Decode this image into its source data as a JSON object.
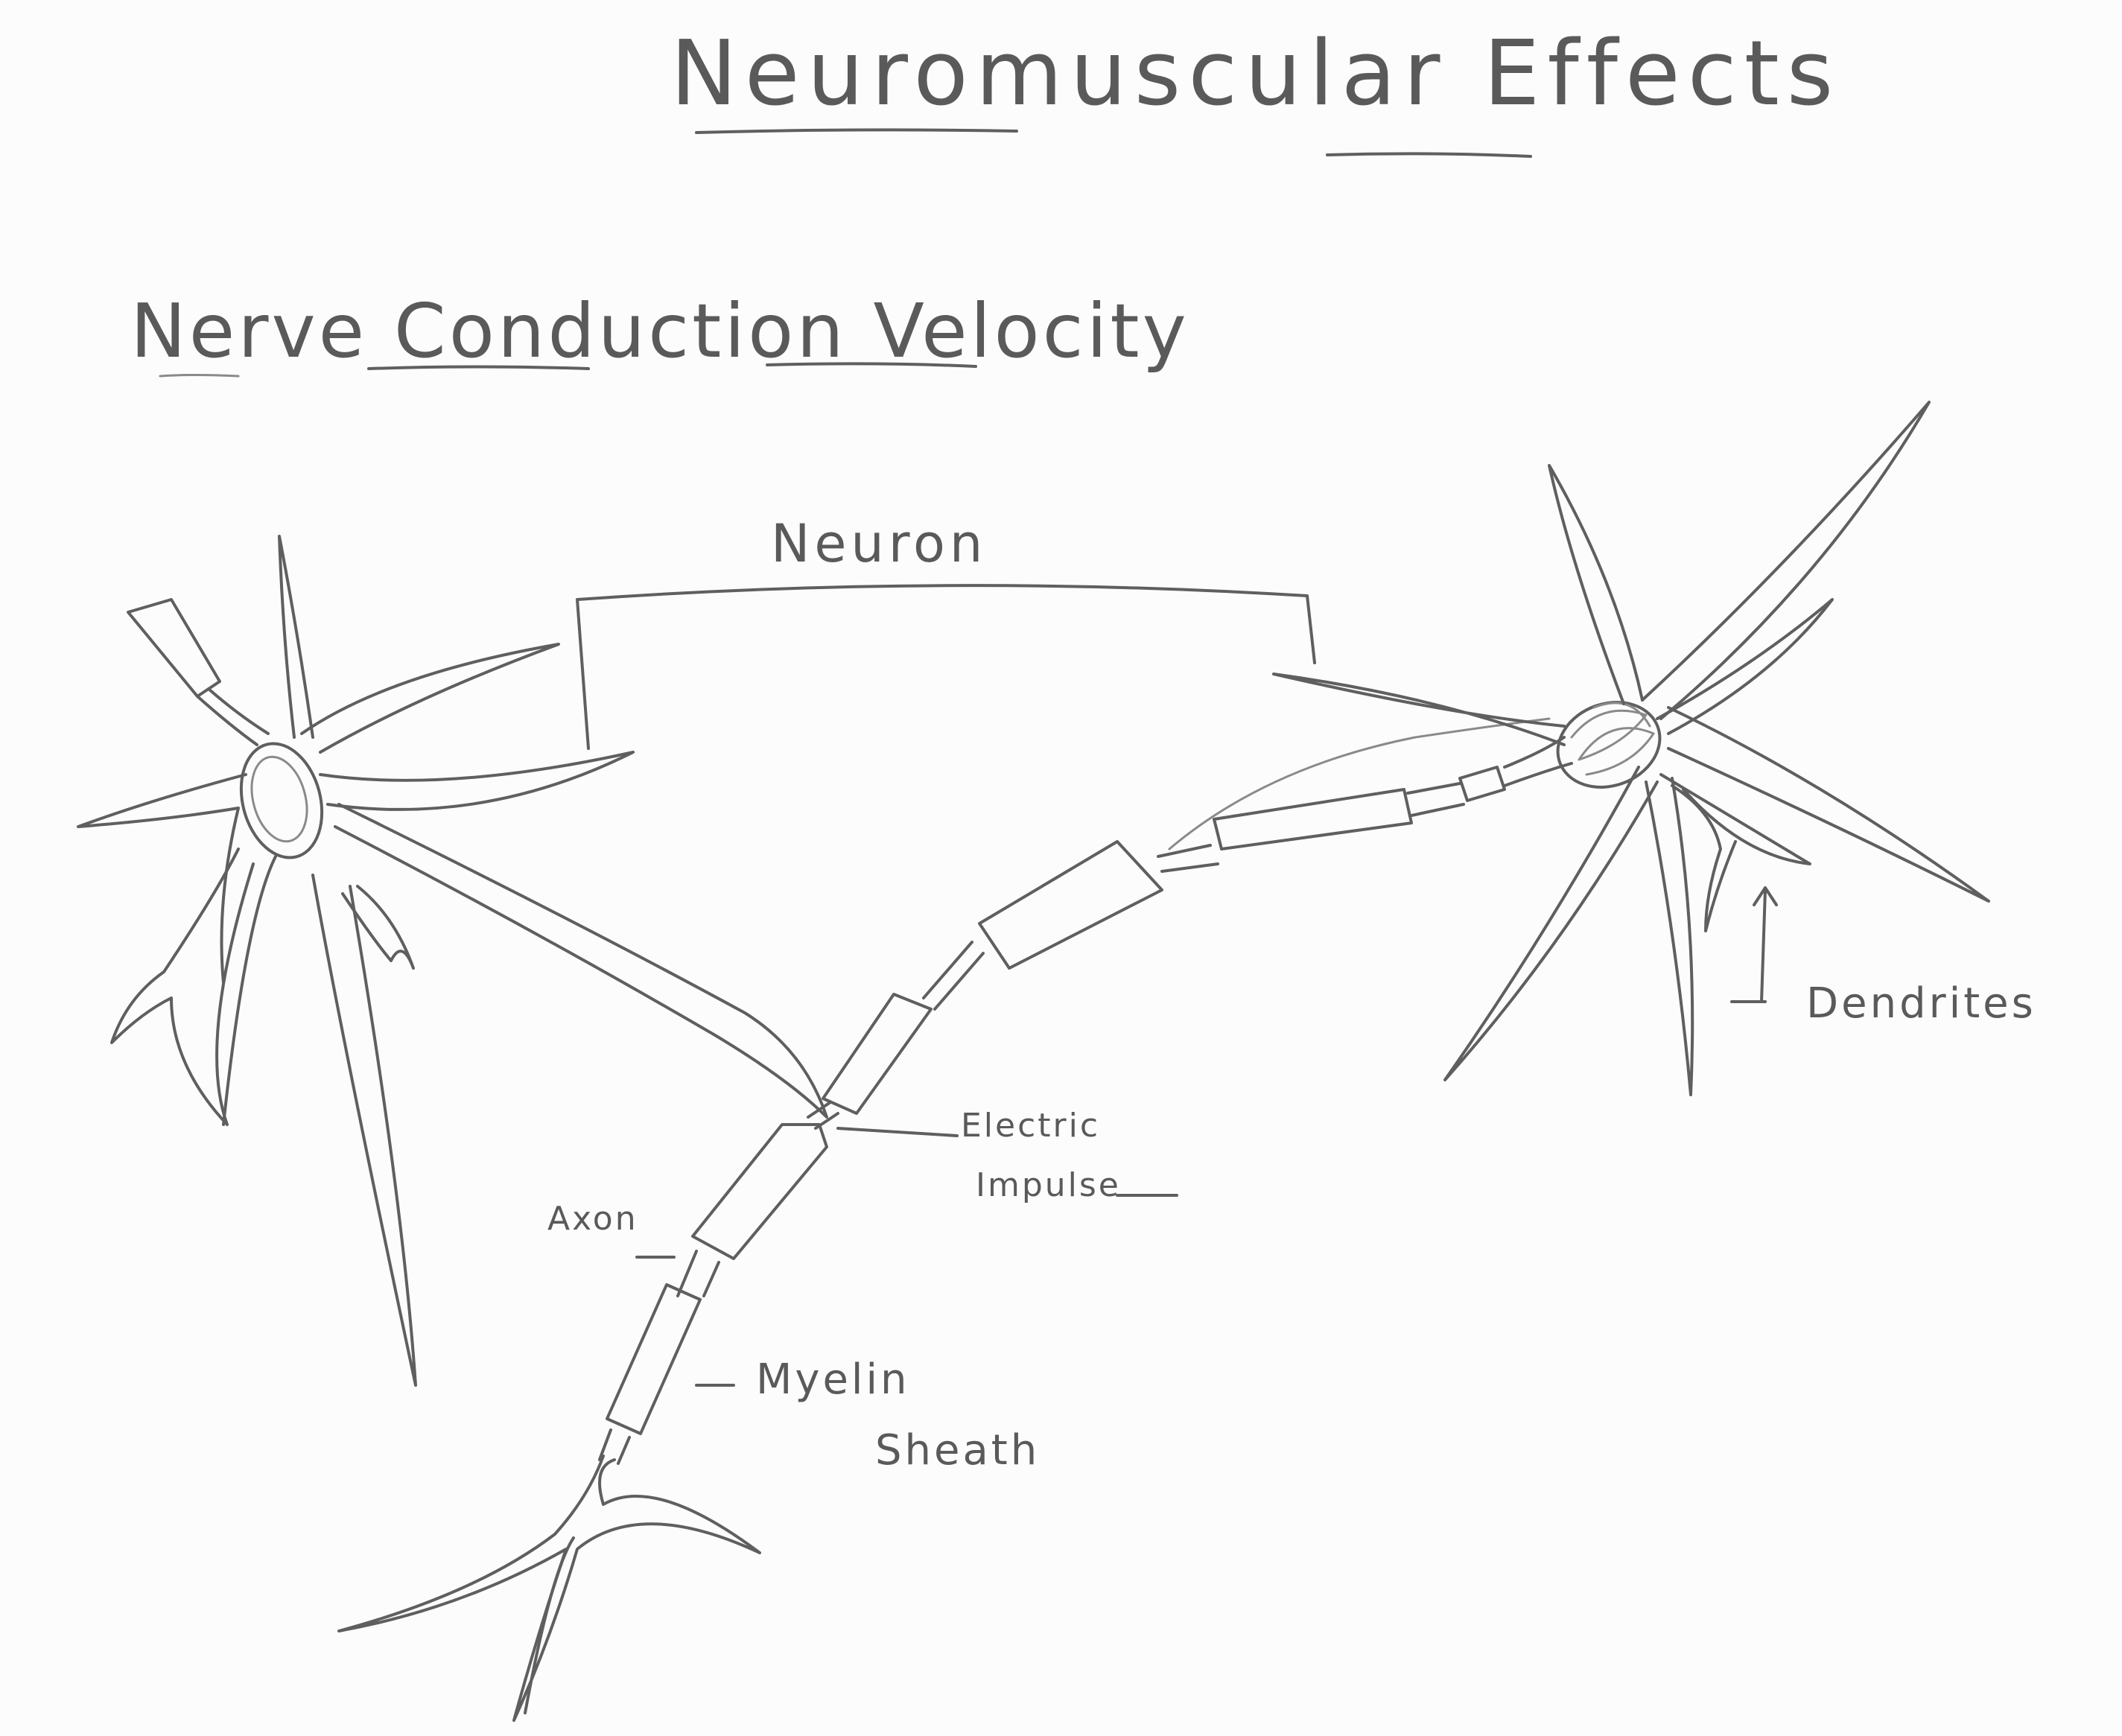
{
  "title": "Neuromuscular Effects",
  "subtitle": "Nerve Conduction Velocity",
  "labels": {
    "neuron": "Neuron",
    "dendrites": "Dendrites",
    "electric_line1": "Electric",
    "electric_line2": "Impulse",
    "axon": "Axon",
    "myelin_line1": "Myelin",
    "myelin_line2": "Sheath"
  }
}
